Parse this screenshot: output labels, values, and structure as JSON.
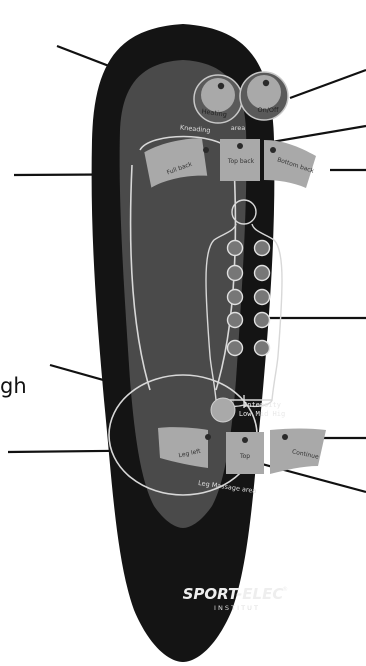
{
  "callouts": {
    "left_partial": "gh"
  },
  "buttons": {
    "heating": "Heating",
    "on_off": "On/Off",
    "left_back": "Full back",
    "top_back": "Top back",
    "bottom_back": "Bottom back",
    "leg_left": "Leg left",
    "top": "Top",
    "leg_right": "Continue"
  },
  "areas": {
    "kneading": "Kneading",
    "area_word": "area",
    "leg_massage": "Leg Massage area"
  },
  "intensity": {
    "title": "Intensity",
    "levels": "Low  Mid  Hig"
  },
  "brand": {
    "name": "SPORT-ELEC",
    "registered": "®",
    "sub": "I N S T I T U T"
  },
  "icons": {
    "body": "human-back-icon",
    "massage_points": "roller-point-icon"
  },
  "colors": {
    "remote_body": "#141414",
    "panel": "#4a4a4a",
    "button_face": "#a9a9a9",
    "button_led": "#2a2a2a",
    "line_art": "#d8d8d8",
    "callout_line": "#111111"
  }
}
